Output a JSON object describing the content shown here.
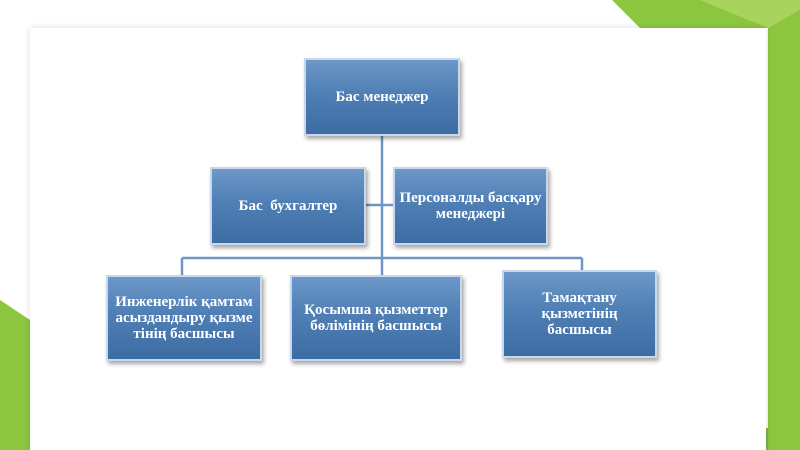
{
  "colors": {
    "accent_green": "#7ab648",
    "accent_green_light": "#a6d063",
    "box_blue": "#4f7fb5",
    "connector": "#6f97c6"
  },
  "nodes": {
    "head": "Бас менеджер",
    "chief_accountant": "Бас  бухгалтер",
    "hr_manager": "Персоналды басқару менеджері",
    "engineering": "Инженерлік қамтамасыздандыру қызметінің басшысы",
    "auxiliary": "Қосымша қызметтер бөлімінің басшысы",
    "catering": "Тамақтану қызметінің басшысы"
  }
}
